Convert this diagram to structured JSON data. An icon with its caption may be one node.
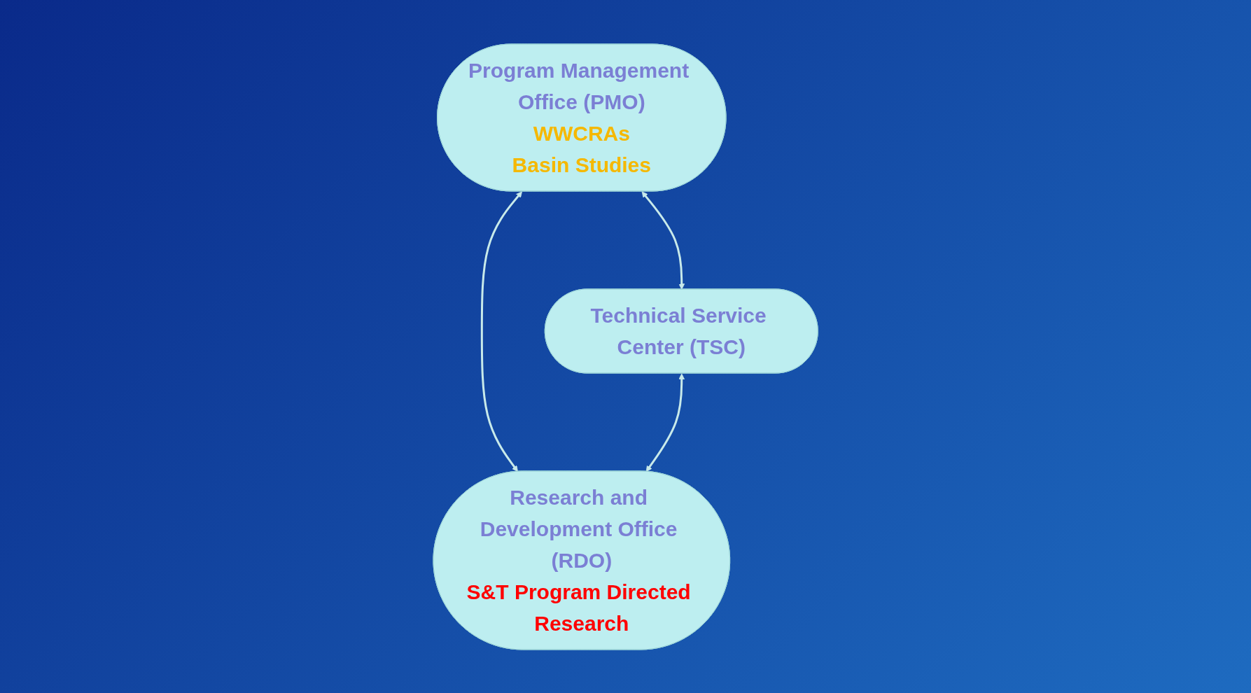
{
  "diagram": {
    "nodes": [
      {
        "text": [
          "Program Management Office (PMO)",
          "WWCRAs",
          "Basin Studies"
        ]
      },
      {
        "text": [
          "Technical Service Center (TSC)"
        ]
      },
      {
        "text": [
          "Research and Development Office (RDO)",
          "S&T Program Directed Research"
        ]
      }
    ],
    "edges": [
      {
        "from": 0,
        "to": 1,
        "arrow": "both"
      },
      {
        "from": 0,
        "to": 2,
        "arrow": "both"
      },
      {
        "from": 1,
        "to": 2,
        "arrow": "both"
      }
    ]
  }
}
